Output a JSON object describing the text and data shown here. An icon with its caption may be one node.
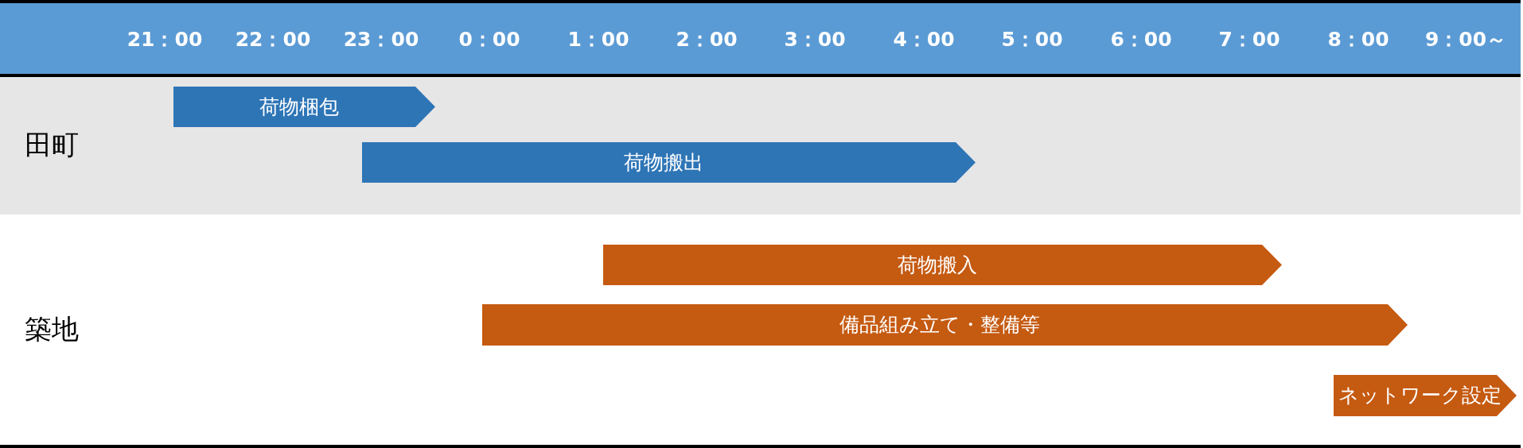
{
  "diagram": {
    "nodes": [
      {
        "text": [
          "21：00",
          "22：00",
          "23：00",
          "0：00",
          "1：00",
          "2：00",
          "3：00",
          "4：00",
          "5：00",
          "6：00",
          "7：00",
          "8：00",
          "9：00～"
        ]
      },
      {
        "text": [
          "田町"
        ]
      },
      {
        "text": [
          "荷物梱包"
        ],
        "in": 1
      },
      {
        "text": [
          "荷物搬出"
        ],
        "in": 1
      },
      {
        "text": [
          "荷物搬入"
        ]
      },
      {
        "text": [
          "備品組み立て・整備等"
        ]
      },
      {
        "text": [
          "ネットワーク設定"
        ]
      }
    ],
    "labels": [
      "築地"
    ]
  }
}
